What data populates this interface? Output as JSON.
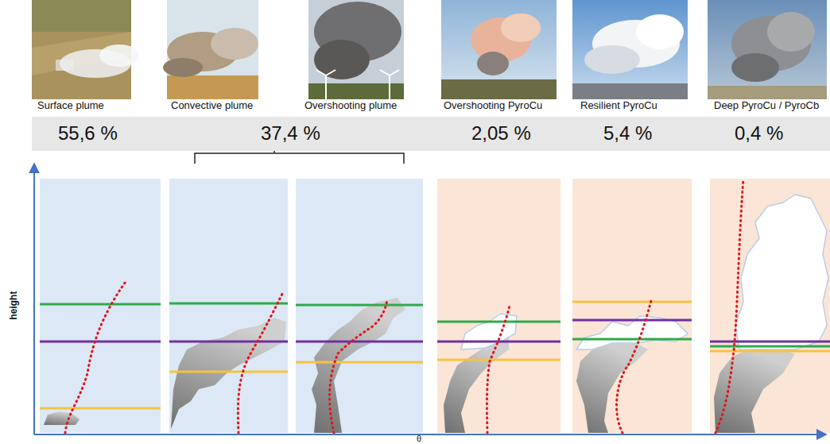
{
  "diagram": {
    "nodes": [
      {
        "text": [
          "55,6 %",
          "37,4 %",
          "2,05 %",
          "5,4 %",
          "0,4 %"
        ]
      }
    ],
    "labels": [
      "Surface plume",
      "Convective plume",
      "Overshooting plume",
      "Overshooting PyroCu",
      "Resilient PyroCu",
      "Deep PyroCu / PyroCb",
      "height",
      "θ"
    ]
  }
}
